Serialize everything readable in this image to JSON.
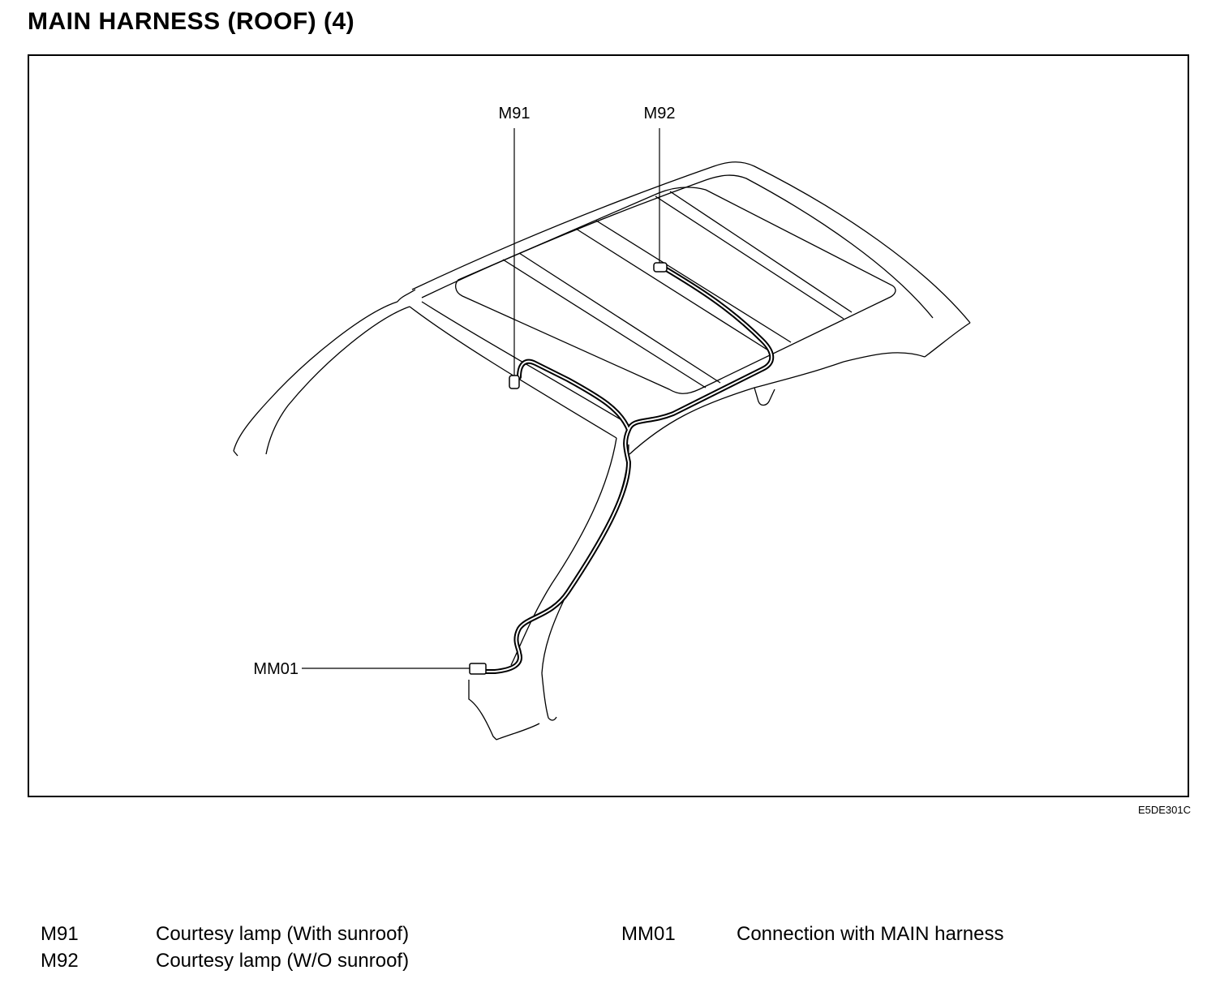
{
  "title": "MAIN HARNESS (ROOF) (4)",
  "figure_code": "E5DE301C",
  "callouts": {
    "m91": "M91",
    "m92": "M92",
    "mm01": "MM01"
  },
  "legend": {
    "left": [
      {
        "code": "M91",
        "description": "Courtesy lamp (With sunroof)"
      },
      {
        "code": "M92",
        "description": "Courtesy lamp (W/O sunroof)"
      }
    ],
    "right": [
      {
        "code": "MM01",
        "description": "Connection with MAIN harness"
      }
    ]
  }
}
